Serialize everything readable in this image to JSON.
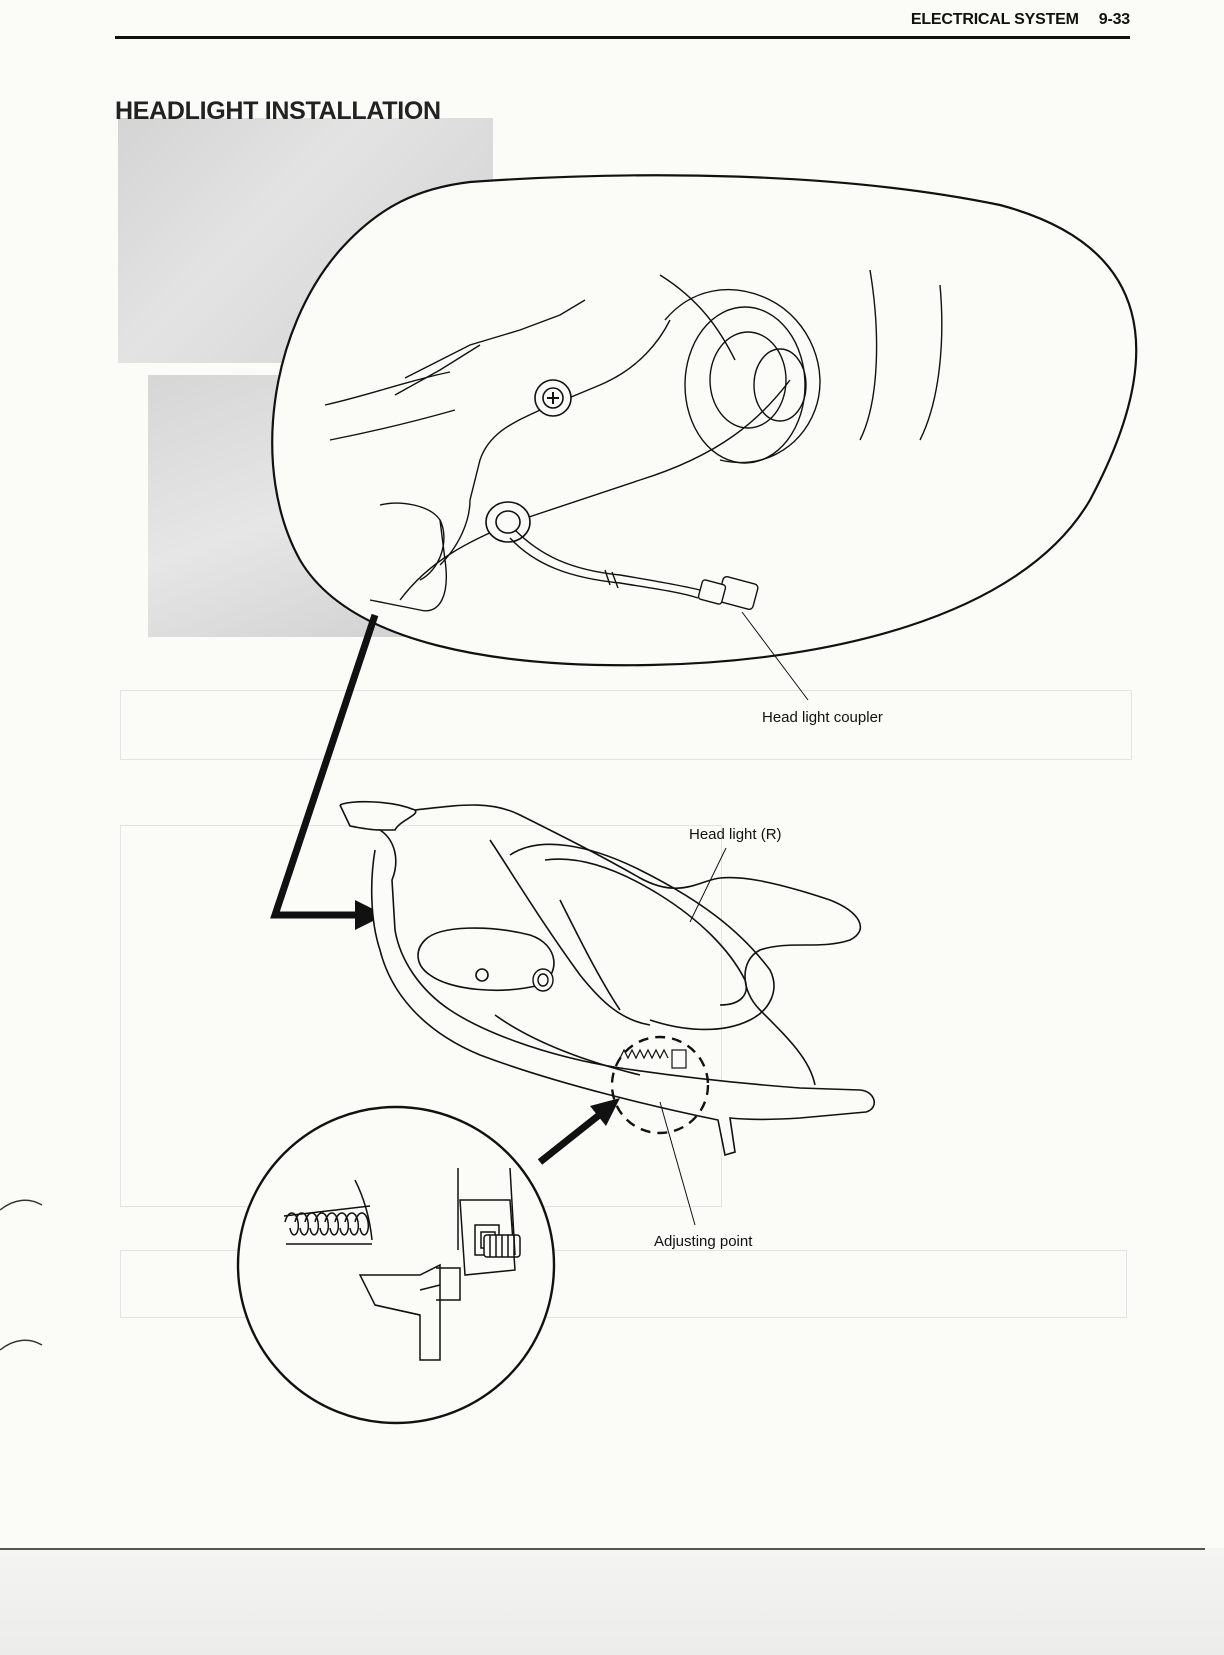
{
  "header": {
    "section": "ELECTRICAL SYSTEM",
    "page": "9-33"
  },
  "title": "HEADLIGHT INSTALLATION",
  "labels": {
    "coupler": "Head light coupler",
    "headlight": "Head light (R)",
    "adjusting": "Adjusting point"
  },
  "icons": {
    "arrow": "arrow-icon",
    "bolt": "bolt-icon"
  }
}
